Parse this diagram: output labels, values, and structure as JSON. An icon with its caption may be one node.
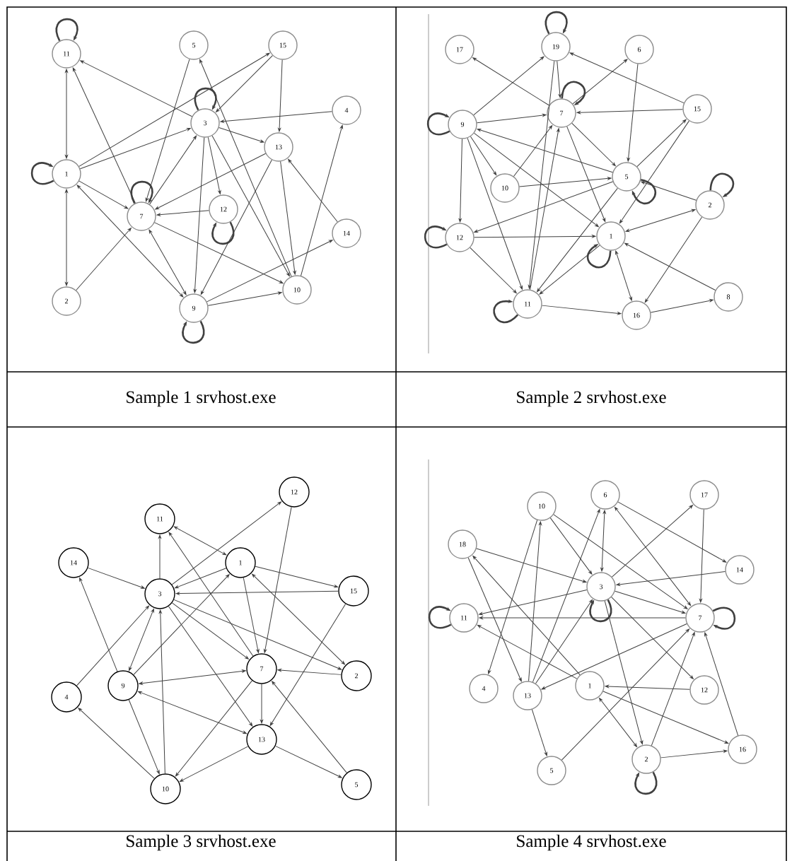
{
  "diagram": {
    "nodes": [
      {
        "text": [
          "11"
        ]
      },
      {
        "text": [
          "5"
        ]
      },
      {
        "text": [
          "15"
        ]
      },
      {
        "text": [
          "4"
        ]
      },
      {
        "text": [
          "3"
        ]
      },
      {
        "text": [
          "13"
        ]
      },
      {
        "text": [
          "1"
        ]
      },
      {
        "text": [
          "7"
        ]
      },
      {
        "text": [
          "12"
        ]
      },
      {
        "text": [
          "14"
        ]
      },
      {
        "text": [
          "2"
        ]
      },
      {
        "text": [
          "10"
        ]
      },
      {
        "text": [
          "9"
        ]
      },
      {
        "text": [
          "17"
        ]
      },
      {
        "text": [
          "19"
        ]
      },
      {
        "text": [
          "6"
        ]
      },
      {
        "text": [
          "15"
        ]
      },
      {
        "text": [
          "7"
        ]
      },
      {
        "text": [
          "9"
        ]
      },
      {
        "text": [
          "5"
        ]
      },
      {
        "text": [
          "10"
        ]
      },
      {
        "text": [
          "2"
        ]
      },
      {
        "text": [
          "12"
        ]
      },
      {
        "text": [
          "1"
        ]
      },
      {
        "text": [
          "8"
        ]
      },
      {
        "text": [
          "11"
        ]
      },
      {
        "text": [
          "16"
        ]
      },
      {
        "text": [
          "12"
        ]
      },
      {
        "text": [
          "11"
        ]
      },
      {
        "text": [
          "1"
        ]
      },
      {
        "text": [
          "14"
        ]
      },
      {
        "text": [
          "3"
        ]
      },
      {
        "text": [
          "15"
        ]
      },
      {
        "text": [
          "7"
        ]
      },
      {
        "text": [
          "2"
        ]
      },
      {
        "text": [
          "9"
        ]
      },
      {
        "text": [
          "4"
        ]
      },
      {
        "text": [
          "13"
        ]
      },
      {
        "text": [
          "5"
        ]
      },
      {
        "text": [
          "10"
        ]
      },
      {
        "text": [
          "6"
        ]
      },
      {
        "text": [
          "17"
        ]
      },
      {
        "text": [
          "10"
        ]
      },
      {
        "text": [
          "18"
        ]
      },
      {
        "text": [
          "14"
        ]
      },
      {
        "text": [
          "3"
        ]
      },
      {
        "text": [
          "11"
        ]
      },
      {
        "text": [
          "7"
        ]
      },
      {
        "text": [
          "1"
        ]
      },
      {
        "text": [
          "4"
        ]
      },
      {
        "text": [
          "12"
        ]
      },
      {
        "text": [
          "13"
        ]
      },
      {
        "text": [
          "16"
        ]
      },
      {
        "text": [
          "2"
        ]
      },
      {
        "text": [
          "5"
        ]
      }
    ],
    "edges": [
      {
        "from": 0,
        "to": 0,
        "arrow": "to"
      },
      {
        "from": 0,
        "to": 6,
        "arrow": "both"
      },
      {
        "from": 4,
        "to": 0,
        "arrow": "to"
      },
      {
        "from": 7,
        "to": 0,
        "arrow": "to"
      },
      {
        "from": 1,
        "to": 7,
        "arrow": "to"
      },
      {
        "from": 4,
        "to": 4,
        "arrow": "to"
      },
      {
        "from": 6,
        "to": 2,
        "arrow": "to"
      },
      {
        "from": 2,
        "to": 4,
        "arrow": "to"
      },
      {
        "from": 2,
        "to": 5,
        "arrow": "to"
      },
      {
        "from": 3,
        "to": 4,
        "arrow": "to"
      },
      {
        "from": 6,
        "to": 4,
        "arrow": "to"
      },
      {
        "from": 4,
        "to": 5,
        "arrow": "to"
      },
      {
        "from": 11,
        "to": 1,
        "arrow": "to"
      },
      {
        "from": 6,
        "to": 6,
        "arrow": "to"
      },
      {
        "from": 6,
        "to": 7,
        "arrow": "to"
      },
      {
        "from": 8,
        "to": 7,
        "arrow": "to"
      },
      {
        "from": 5,
        "to": 7,
        "arrow": "to"
      },
      {
        "from": 7,
        "to": 4,
        "arrow": "to"
      },
      {
        "from": 7,
        "to": 7,
        "arrow": "to"
      },
      {
        "from": 6,
        "to": 10,
        "arrow": "both"
      },
      {
        "from": 10,
        "to": 7,
        "arrow": "to"
      },
      {
        "from": 6,
        "to": 12,
        "arrow": "both"
      },
      {
        "from": 7,
        "to": 12,
        "arrow": "both"
      },
      {
        "from": 4,
        "to": 12,
        "arrow": "to"
      },
      {
        "from": 4,
        "to": 8,
        "arrow": "to"
      },
      {
        "from": 5,
        "to": 12,
        "arrow": "to"
      },
      {
        "from": 5,
        "to": 11,
        "arrow": "to"
      },
      {
        "from": 9,
        "to": 5,
        "arrow": "to"
      },
      {
        "from": 7,
        "to": 11,
        "arrow": "to"
      },
      {
        "from": 12,
        "to": 11,
        "arrow": "to"
      },
      {
        "from": 12,
        "to": 9,
        "arrow": "to"
      },
      {
        "from": 11,
        "to": 3,
        "arrow": "to"
      },
      {
        "from": 12,
        "to": 12,
        "arrow": "to"
      },
      {
        "from": 8,
        "to": 8,
        "arrow": "to"
      },
      {
        "from": 4,
        "to": 11,
        "arrow": "to"
      },
      {
        "from": 14,
        "to": 14,
        "arrow": "to"
      },
      {
        "from": 18,
        "to": 18,
        "arrow": "to"
      },
      {
        "from": 17,
        "to": 17,
        "arrow": "to"
      },
      {
        "from": 19,
        "to": 19,
        "arrow": "to"
      },
      {
        "from": 22,
        "to": 22,
        "arrow": "to"
      },
      {
        "from": 23,
        "to": 23,
        "arrow": "to"
      },
      {
        "from": 25,
        "to": 25,
        "arrow": "to"
      },
      {
        "from": 21,
        "to": 21,
        "arrow": "to"
      },
      {
        "from": 17,
        "to": 13,
        "arrow": "to"
      },
      {
        "from": 18,
        "to": 14,
        "arrow": "to"
      },
      {
        "from": 14,
        "to": 17,
        "arrow": "to"
      },
      {
        "from": 16,
        "to": 14,
        "arrow": "to"
      },
      {
        "from": 17,
        "to": 15,
        "arrow": "to"
      },
      {
        "from": 15,
        "to": 19,
        "arrow": "to"
      },
      {
        "from": 16,
        "to": 17,
        "arrow": "to"
      },
      {
        "from": 18,
        "to": 17,
        "arrow": "to"
      },
      {
        "from": 19,
        "to": 18,
        "arrow": "to"
      },
      {
        "from": 18,
        "to": 20,
        "arrow": "to"
      },
      {
        "from": 20,
        "to": 17,
        "arrow": "to"
      },
      {
        "from": 18,
        "to": 22,
        "arrow": "to"
      },
      {
        "from": 18,
        "to": 25,
        "arrow": "to"
      },
      {
        "from": 18,
        "to": 23,
        "arrow": "to"
      },
      {
        "from": 20,
        "to": 19,
        "arrow": "to"
      },
      {
        "from": 19,
        "to": 16,
        "arrow": "to"
      },
      {
        "from": 16,
        "to": 23,
        "arrow": "to"
      },
      {
        "from": 17,
        "to": 19,
        "arrow": "to"
      },
      {
        "from": 17,
        "to": 23,
        "arrow": "to"
      },
      {
        "from": 19,
        "to": 22,
        "arrow": "to"
      },
      {
        "from": 21,
        "to": 19,
        "arrow": "to"
      },
      {
        "from": 23,
        "to": 21,
        "arrow": "both"
      },
      {
        "from": 22,
        "to": 23,
        "arrow": "to"
      },
      {
        "from": 22,
        "to": 25,
        "arrow": "to"
      },
      {
        "from": 25,
        "to": 17,
        "arrow": "to"
      },
      {
        "from": 14,
        "to": 25,
        "arrow": "to"
      },
      {
        "from": 23,
        "to": 25,
        "arrow": "to"
      },
      {
        "from": 19,
        "to": 25,
        "arrow": "to"
      },
      {
        "from": 25,
        "to": 26,
        "arrow": "to"
      },
      {
        "from": 23,
        "to": 26,
        "arrow": "both"
      },
      {
        "from": 21,
        "to": 26,
        "arrow": "to"
      },
      {
        "from": 24,
        "to": 23,
        "arrow": "to"
      },
      {
        "from": 26,
        "to": 24,
        "arrow": "to"
      },
      {
        "from": 31,
        "to": 28,
        "arrow": "to"
      },
      {
        "from": 28,
        "to": 29,
        "arrow": "both"
      },
      {
        "from": 31,
        "to": 27,
        "arrow": "to"
      },
      {
        "from": 27,
        "to": 33,
        "arrow": "to"
      },
      {
        "from": 30,
        "to": 31,
        "arrow": "to"
      },
      {
        "from": 32,
        "to": 31,
        "arrow": "to"
      },
      {
        "from": 29,
        "to": 32,
        "arrow": "to"
      },
      {
        "from": 29,
        "to": 31,
        "arrow": "to"
      },
      {
        "from": 35,
        "to": 29,
        "arrow": "to"
      },
      {
        "from": 31,
        "to": 35,
        "arrow": "both"
      },
      {
        "from": 36,
        "to": 31,
        "arrow": "to"
      },
      {
        "from": 39,
        "to": 31,
        "arrow": "to"
      },
      {
        "from": 31,
        "to": 33,
        "arrow": "to"
      },
      {
        "from": 31,
        "to": 34,
        "arrow": "to"
      },
      {
        "from": 31,
        "to": 37,
        "arrow": "to"
      },
      {
        "from": 29,
        "to": 33,
        "arrow": "to"
      },
      {
        "from": 33,
        "to": 28,
        "arrow": "to"
      },
      {
        "from": 34,
        "to": 33,
        "arrow": "to"
      },
      {
        "from": 29,
        "to": 34,
        "arrow": "both"
      },
      {
        "from": 33,
        "to": 35,
        "arrow": "both"
      },
      {
        "from": 35,
        "to": 30,
        "arrow": "to"
      },
      {
        "from": 35,
        "to": 39,
        "arrow": "to"
      },
      {
        "from": 39,
        "to": 36,
        "arrow": "to"
      },
      {
        "from": 33,
        "to": 37,
        "arrow": "to"
      },
      {
        "from": 32,
        "to": 37,
        "arrow": "to"
      },
      {
        "from": 33,
        "to": 39,
        "arrow": "to"
      },
      {
        "from": 37,
        "to": 39,
        "arrow": "to"
      },
      {
        "from": 37,
        "to": 38,
        "arrow": "to"
      },
      {
        "from": 38,
        "to": 33,
        "arrow": "to"
      },
      {
        "from": 35,
        "to": 37,
        "arrow": "both"
      },
      {
        "from": 46,
        "to": 46,
        "arrow": "to"
      },
      {
        "from": 45,
        "to": 45,
        "arrow": "to"
      },
      {
        "from": 47,
        "to": 47,
        "arrow": "to"
      },
      {
        "from": 53,
        "to": 53,
        "arrow": "to"
      },
      {
        "from": 43,
        "to": 45,
        "arrow": "to"
      },
      {
        "from": 43,
        "to": 51,
        "arrow": "to"
      },
      {
        "from": 51,
        "to": 42,
        "arrow": "to"
      },
      {
        "from": 42,
        "to": 47,
        "arrow": "to"
      },
      {
        "from": 42,
        "to": 45,
        "arrow": "to"
      },
      {
        "from": 40,
        "to": 45,
        "arrow": "both"
      },
      {
        "from": 40,
        "to": 44,
        "arrow": "to"
      },
      {
        "from": 40,
        "to": 47,
        "arrow": "both"
      },
      {
        "from": 45,
        "to": 41,
        "arrow": "to"
      },
      {
        "from": 41,
        "to": 47,
        "arrow": "to"
      },
      {
        "from": 44,
        "to": 45,
        "arrow": "to"
      },
      {
        "from": 45,
        "to": 46,
        "arrow": "to"
      },
      {
        "from": 47,
        "to": 46,
        "arrow": "to"
      },
      {
        "from": 45,
        "to": 47,
        "arrow": "to"
      },
      {
        "from": 42,
        "to": 49,
        "arrow": "to"
      },
      {
        "from": 51,
        "to": 40,
        "arrow": "to"
      },
      {
        "from": 51,
        "to": 45,
        "arrow": "to"
      },
      {
        "from": 47,
        "to": 51,
        "arrow": "to"
      },
      {
        "from": 48,
        "to": 43,
        "arrow": "to"
      },
      {
        "from": 48,
        "to": 46,
        "arrow": "to"
      },
      {
        "from": 45,
        "to": 50,
        "arrow": "to"
      },
      {
        "from": 45,
        "to": 53,
        "arrow": "to"
      },
      {
        "from": 50,
        "to": 48,
        "arrow": "to"
      },
      {
        "from": 54,
        "to": 47,
        "arrow": "to"
      },
      {
        "from": 51,
        "to": 54,
        "arrow": "to"
      },
      {
        "from": 48,
        "to": 53,
        "arrow": "both"
      },
      {
        "from": 48,
        "to": 52,
        "arrow": "to"
      },
      {
        "from": 53,
        "to": 52,
        "arrow": "to"
      },
      {
        "from": 53,
        "to": 47,
        "arrow": "to"
      },
      {
        "from": 52,
        "to": 47,
        "arrow": "to"
      }
    ],
    "labels": [
      "Sample 1 srvhost.exe",
      "Sample 2 srvhost.exe",
      "Sample 3 srvhost.exe",
      "Sample 4 srvhost.exe"
    ]
  }
}
